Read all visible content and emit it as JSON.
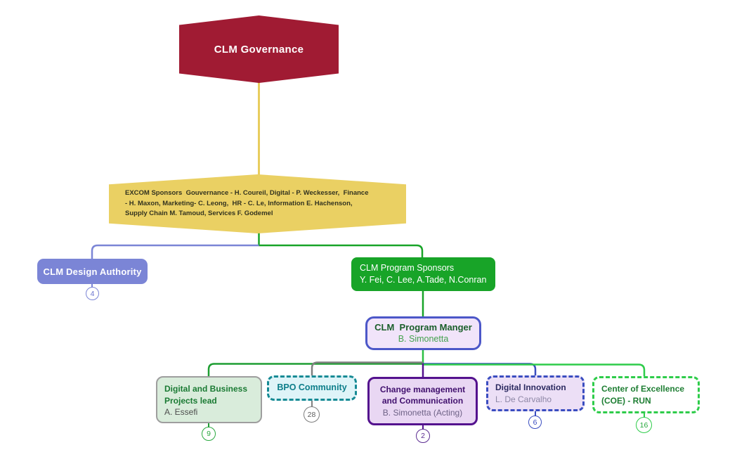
{
  "diagram": {
    "type": "org-chart",
    "nodes": {
      "governance": {
        "label": "CLM Governance"
      },
      "excom": {
        "lines": [
          "EXCOM Sponsors  Gouvernance - H. Coureil, Digital - P. Weckesser,  Finance",
          "- H. Maxon, Marketing- C. Leong,  HR - C. Le, Information E. Hachenson,",
          "Supply Chain M. Tamoud, Services F. Godemel"
        ]
      },
      "design_authority": {
        "label": "CLM Design Authority",
        "count": "4"
      },
      "program_sponsors": {
        "lines": [
          "CLM Program Sponsors",
          "Y. Fei, C. Lee, A.Tade, N.Conran"
        ]
      },
      "program_manager": {
        "title": "CLM  Program Manger",
        "name": "B. Simonetta"
      },
      "children": [
        {
          "title": "Digital and Business Projects lead",
          "name": "A. Essefi",
          "count": "9"
        },
        {
          "title": "BPO Community",
          "name": "",
          "count": "28"
        },
        {
          "title": "Change management and Communication",
          "name": "B. Simonetta (Acting)",
          "count": "2"
        },
        {
          "title": "Digital Innovation",
          "name": "L. De Carvalho",
          "count": "6"
        },
        {
          "title": "Center of Excellence (COE) - RUN",
          "name": "",
          "count": "16"
        }
      ]
    },
    "colors": {
      "maroon": "#a01b33",
      "yellow": "#ead063",
      "yellow_line": "#e8cd5e",
      "periwinkle": "#7b85d6",
      "green": "#18a428",
      "dark_green_line": "#1e9e32",
      "bright_green": "#2ecc4a",
      "gray_line": "#808080",
      "purple": "#54128e",
      "blue": "#3a4dc0",
      "teal": "#168a94"
    }
  }
}
